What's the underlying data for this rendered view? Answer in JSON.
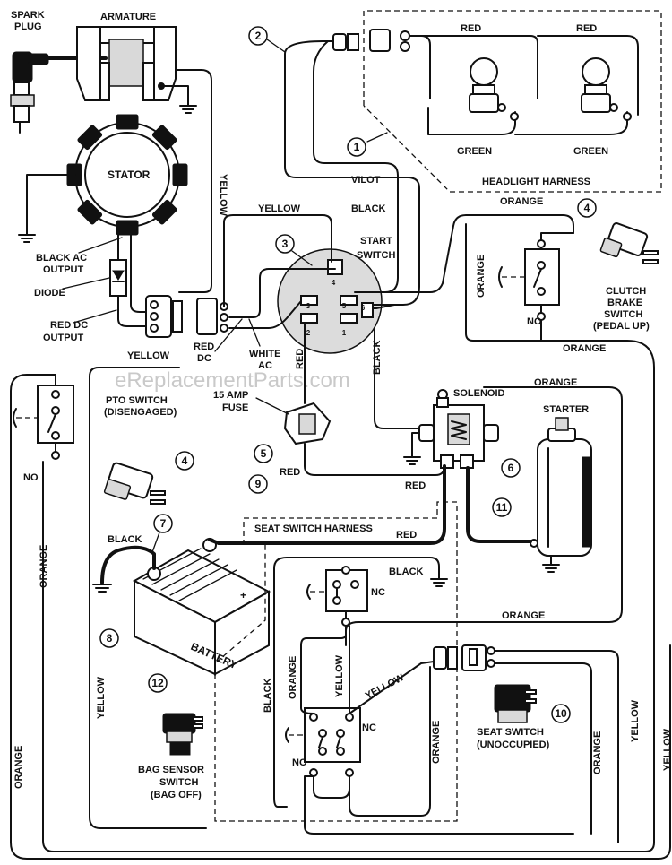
{
  "watermark": "eReplacementParts.com",
  "labels": {
    "spark_plug_1": "SPARK",
    "spark_plug_2": "PLUG",
    "armature": "ARMATURE",
    "stator": "STATOR",
    "black_ac_output_1": "BLACK AC",
    "black_ac_output_2": "OUTPUT",
    "diode": "DIODE",
    "red_dc_output_1": "RED DC",
    "red_dc_output_2": "OUTPUT",
    "red_dc_1": "RED",
    "red_dc_2": "DC",
    "white_ac_1": "WHITE",
    "white_ac_2": "AC",
    "start_switch_1": "START",
    "start_switch_2": "SWITCH",
    "headlight_harness": "HEADLIGHT HARNESS",
    "clutch_1": "CLUTCH",
    "clutch_2": "BRAKE",
    "clutch_3": "SWITCH",
    "clutch_4": "(PEDAL UP)",
    "pto_1": "PTO SWITCH",
    "pto_2": "(DISENGAGED)",
    "fuse_1": "15 AMP",
    "fuse_2": "FUSE",
    "solenoid": "SOLENOID",
    "starter": "STARTER",
    "seat_switch_harness": "SEAT SWITCH HARNESS",
    "battery": "BATTERY",
    "bag_1": "BAG SENSOR",
    "bag_2": "SWITCH",
    "bag_3": "(BAG OFF)",
    "seat_1": "SEAT SWITCH",
    "seat_2": "(UNOCCUPIED)",
    "no": "NO",
    "nc": "NC"
  },
  "wire_colors": {
    "red": "RED",
    "green": "GREEN",
    "yellow": "YELLOW",
    "black": "BLACK",
    "orange": "ORANGE",
    "vilot": "VILOT"
  },
  "callouts": {
    "c1": "1",
    "c2": "2",
    "c3": "3",
    "c4a": "4",
    "c4b": "4",
    "c5": "5",
    "c6": "6",
    "c7": "7",
    "c8": "8",
    "c9": "9",
    "c10": "10",
    "c11": "11",
    "c12": "12"
  },
  "switch_terminals": [
    "1",
    "2",
    "3",
    "4",
    "5",
    "6"
  ],
  "battery_plus": "+"
}
